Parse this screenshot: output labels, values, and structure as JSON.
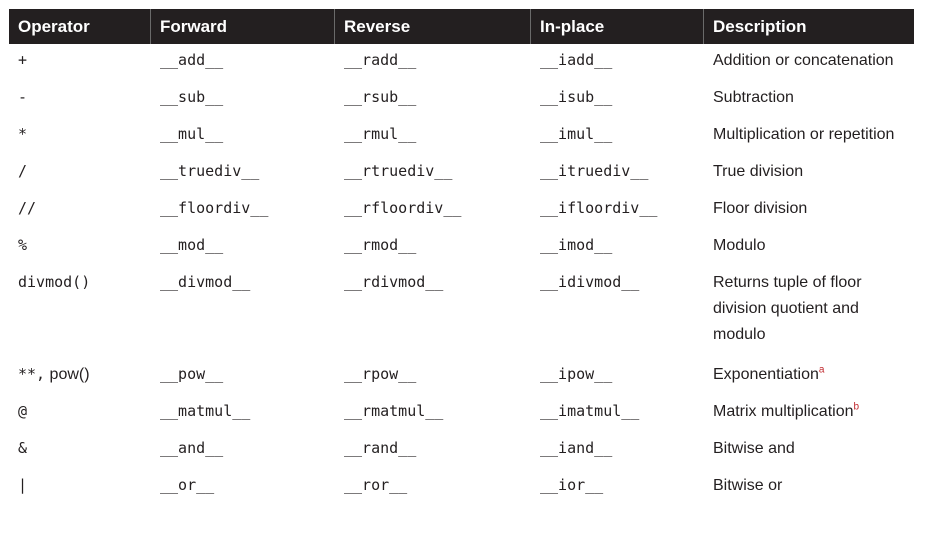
{
  "columns": [
    "Operator",
    "Forward",
    "Reverse",
    "In-place",
    "Description"
  ],
  "rows": [
    {
      "op": "+",
      "fwd": "__add__",
      "rev": "__radd__",
      "inp": "__iadd__",
      "desc": [
        "Addition or concatenation"
      ]
    },
    {
      "op": "-",
      "fwd": "__sub__",
      "rev": "__rsub__",
      "inp": "__isub__",
      "desc": [
        "Subtraction"
      ]
    },
    {
      "op": "*",
      "fwd": "__mul__",
      "rev": "__rmul__",
      "inp": "__imul__",
      "desc": [
        "Multiplication or repetition"
      ]
    },
    {
      "op": "/",
      "fwd": "__truediv__",
      "rev": "__rtruediv__",
      "inp": "__itruediv__",
      "desc": [
        "True division"
      ]
    },
    {
      "op": "//",
      "fwd": "__floordiv__",
      "rev": "__rfloordiv__",
      "inp": "__ifloordiv__",
      "desc": [
        "Floor division"
      ]
    },
    {
      "op": "%",
      "fwd": "__mod__",
      "rev": "__rmod__",
      "inp": "__imod__",
      "desc": [
        "Modulo"
      ]
    },
    {
      "op": "divmod()",
      "fwd": "__divmod__",
      "rev": "__rdivmod__",
      "inp": "__idivmod__",
      "desc": [
        "Returns tuple of floor",
        "division quotient and",
        "modulo"
      ]
    },
    {
      "op_a": "**,",
      "op_b": " pow()",
      "fwd": "__pow__",
      "rev": "__rpow__",
      "inp": "__ipow__",
      "desc": [
        "Exponentiation"
      ],
      "note": "a"
    },
    {
      "op": "@",
      "fwd": "__matmul__",
      "rev": "__rmatmul__",
      "inp": "__imatmul__",
      "desc": [
        "Matrix multiplication"
      ],
      "note": "b"
    },
    {
      "op": "&",
      "fwd": "__and__",
      "rev": "__rand__",
      "inp": "__iand__",
      "desc": [
        "Bitwise and"
      ]
    },
    {
      "op": "|",
      "fwd": "__or__",
      "rev": "__ror__",
      "inp": "__ior__",
      "desc": [
        "Bitwise or"
      ]
    }
  ]
}
